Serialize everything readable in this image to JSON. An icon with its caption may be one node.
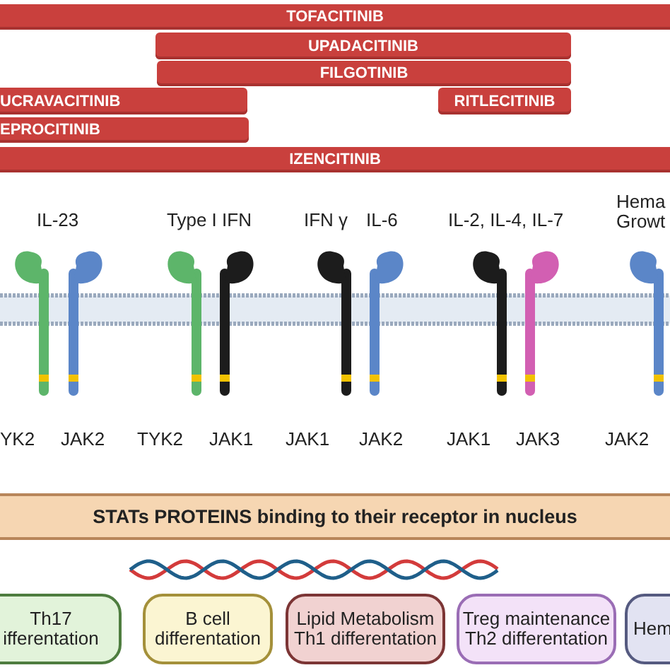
{
  "diagram": {
    "nodes": [
      {
        "text": [
          "TOFACITINIB"
        ]
      },
      {
        "text": [
          "UPADACITINIB"
        ]
      },
      {
        "text": [
          "FILGOTINIB"
        ]
      },
      {
        "text": [
          "UCRAVACITINIB"
        ]
      },
      {
        "text": [
          "RITLECITINIB"
        ]
      },
      {
        "text": [
          "EPROCITINIB"
        ]
      },
      {
        "text": [
          "IZENCITINIB"
        ]
      },
      {
        "text": [
          "STATs PROTEINS binding to their receptor in nucleus"
        ]
      },
      {
        "text": [
          "Th17 ifferentation"
        ]
      },
      {
        "text": [
          "B cell differentation"
        ]
      },
      {
        "text": [
          "Lipid Metabolism Th1 differentation"
        ]
      },
      {
        "text": [
          "Treg maintenance Th2 differentation"
        ]
      },
      {
        "text": [
          "Hem"
        ]
      }
    ],
    "labels": [
      "IL-23",
      "Type I IFN",
      "IFN γ",
      "IL-6",
      "IL-2, IL-4, IL-7",
      "Hema Growt",
      "YK2",
      "JAK2",
      "TYK2",
      "JAK1",
      "JAK1",
      "JAK2",
      "JAK1",
      "JAK3",
      "JAK2"
    ]
  }
}
